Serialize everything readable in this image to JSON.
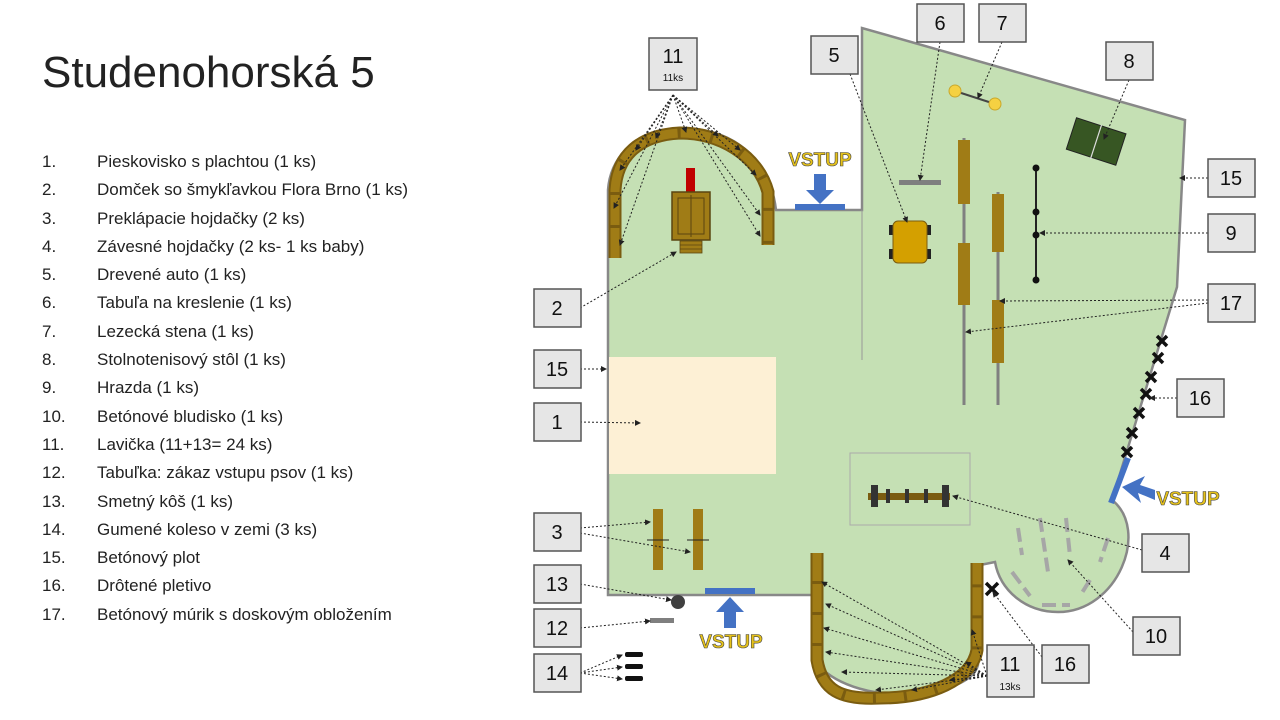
{
  "title": "Studenohorská 5",
  "legend": [
    {
      "num": "1.",
      "text": "Pieskovisko s plachtou (1 ks)"
    },
    {
      "num": "2.",
      "text": "Domček so šmykľavkou Flora Brno (1 ks)"
    },
    {
      "num": "3.",
      "text": "Preklápacie hojdačky (2 ks)"
    },
    {
      "num": "4.",
      "text": "Závesné hojdačky (2 ks- 1 ks baby)"
    },
    {
      "num": "5.",
      "text": "Drevené auto (1 ks)"
    },
    {
      "num": "6.",
      "text": "Tabuľa na kreslenie (1 ks)"
    },
    {
      "num": "7.",
      "text": "Lezecká stena (1 ks)"
    },
    {
      "num": "8.",
      "text": "Stolnotenisový stôl (1 ks)"
    },
    {
      "num": "9.",
      "text": "Hrazda (1 ks)"
    },
    {
      "num": "10.",
      "text": "Betónové bludisko (1 ks)"
    },
    {
      "num": "11.",
      "text": "Lavička (11+13= 24 ks)"
    },
    {
      "num": "12.",
      "text": "Tabuľka: zákaz vstupu psov (1 ks)"
    },
    {
      "num": "13.",
      "text": "Smetný kôš (1 ks)"
    },
    {
      "num": "14.",
      "text": "Gumené koleso v zemi (3 ks)"
    },
    {
      "num": "15.",
      "text": "Betónový plot"
    },
    {
      "num": "16.",
      "text": "Drôtené pletivo"
    },
    {
      "num": "17.",
      "text": "Betónový múrik s doskovým obložením"
    }
  ],
  "plan": {
    "entrance_label": "VSTUP",
    "tags": {
      "t1": "1",
      "t2": "2",
      "t3": "3",
      "t4": "4",
      "t5": "5",
      "t6": "6",
      "t7": "7",
      "t8": "8",
      "t9": "9",
      "t10": "10",
      "t11a": "11",
      "t11b": "11",
      "t12": "12",
      "t13": "13",
      "t14": "14",
      "t15a": "15",
      "t15b": "15",
      "t16a": "16",
      "t16b": "16",
      "t17": "17"
    },
    "tag_sub": {
      "t11a": "11ks",
      "t11b": "13ks"
    },
    "colors": {
      "lawn": "#c5e0b4",
      "sand": "#fdf0d5",
      "wood": "#a07c16",
      "entrance": "#4472c4",
      "vstup_text": "#e6c21a"
    }
  }
}
